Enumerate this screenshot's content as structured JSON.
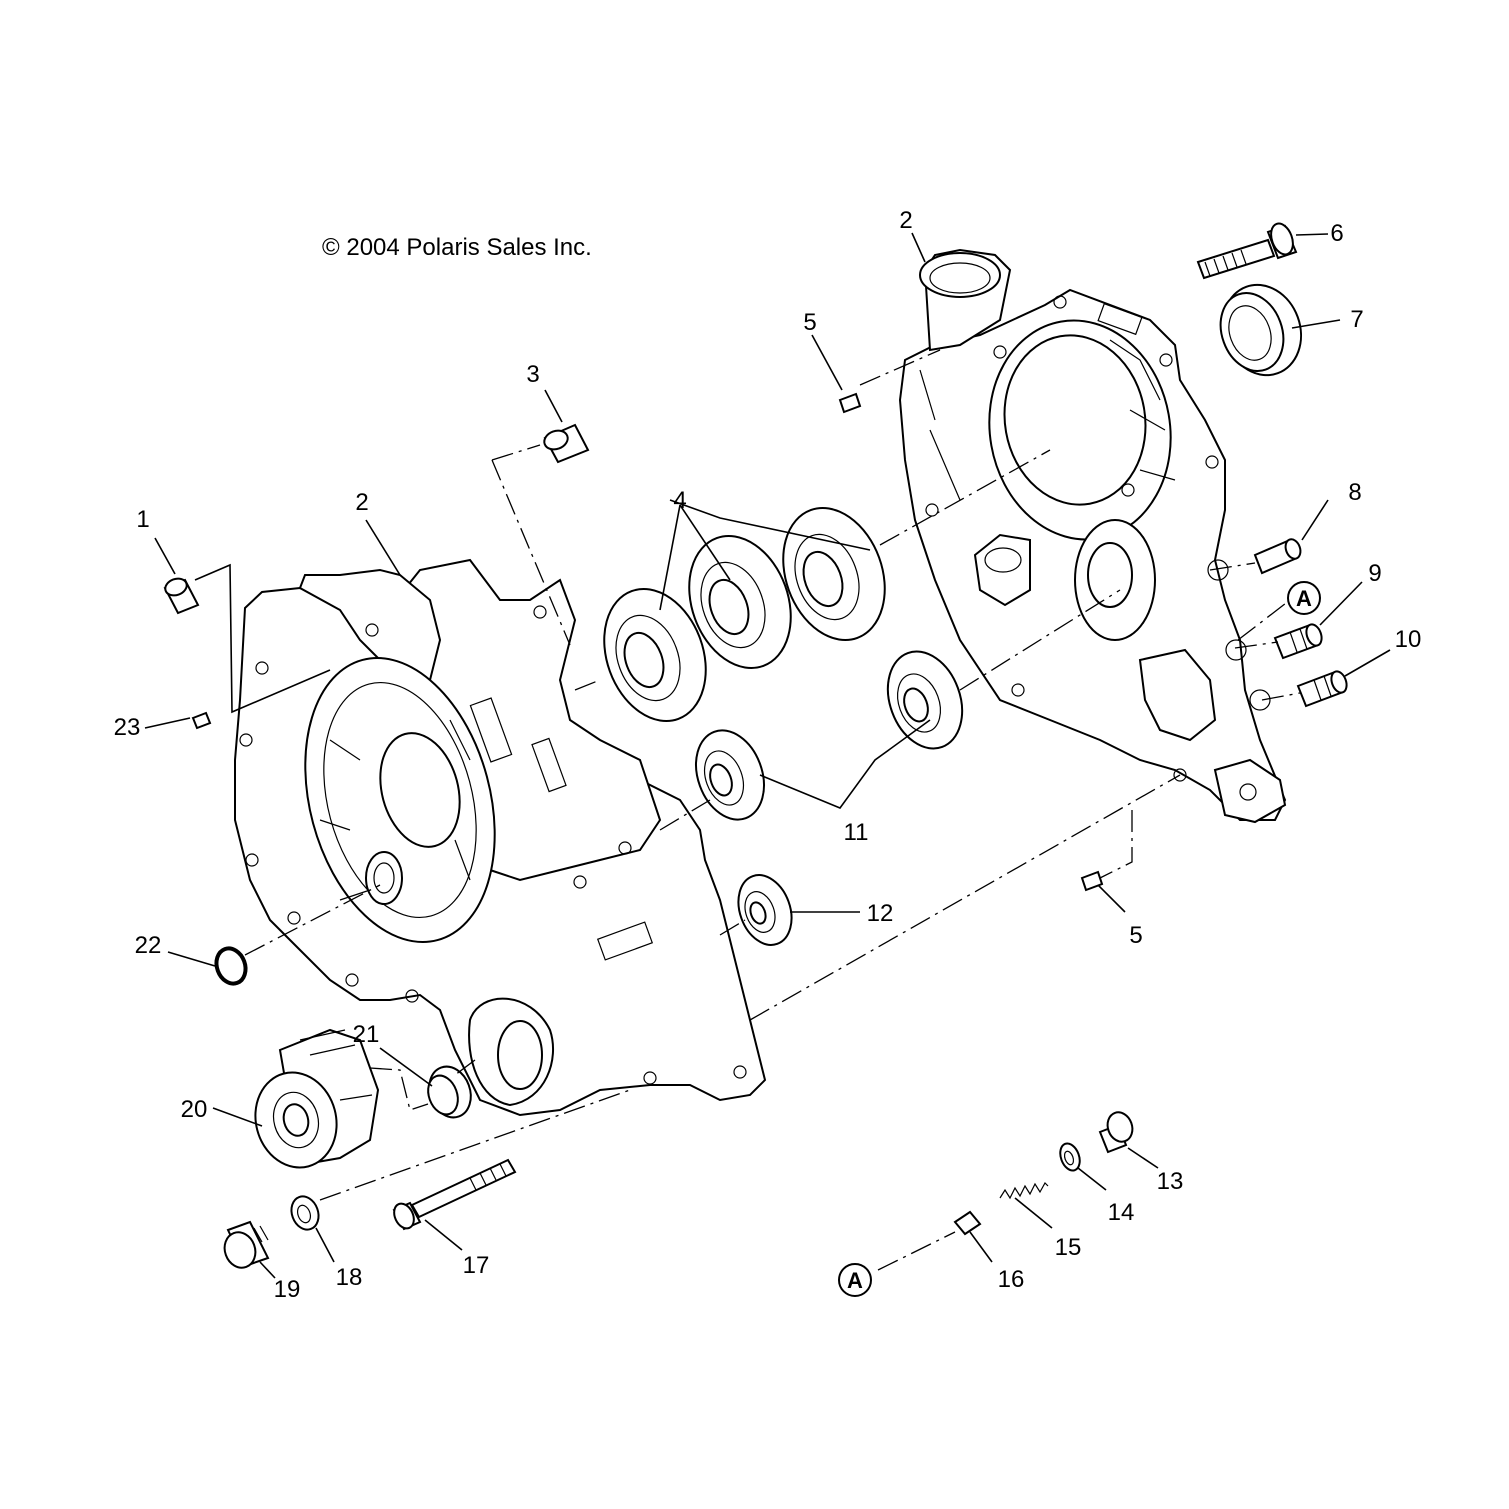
{
  "copyright": "© 2004 Polaris Sales Inc.",
  "reference_marker": "A",
  "callouts": {
    "c1": "1",
    "c2a": "2",
    "c2b": "2",
    "c3": "3",
    "c4": "4",
    "c5a": "5",
    "c5b": "5",
    "c6": "6",
    "c7": "7",
    "c8": "8",
    "c9": "9",
    "c10": "10",
    "c11": "11",
    "c12": "12",
    "c13": "13",
    "c14": "14",
    "c15": "15",
    "c16": "16",
    "c17": "17",
    "c18": "18",
    "c19": "19",
    "c20": "20",
    "c21": "21",
    "c22": "22",
    "c23": "23"
  }
}
